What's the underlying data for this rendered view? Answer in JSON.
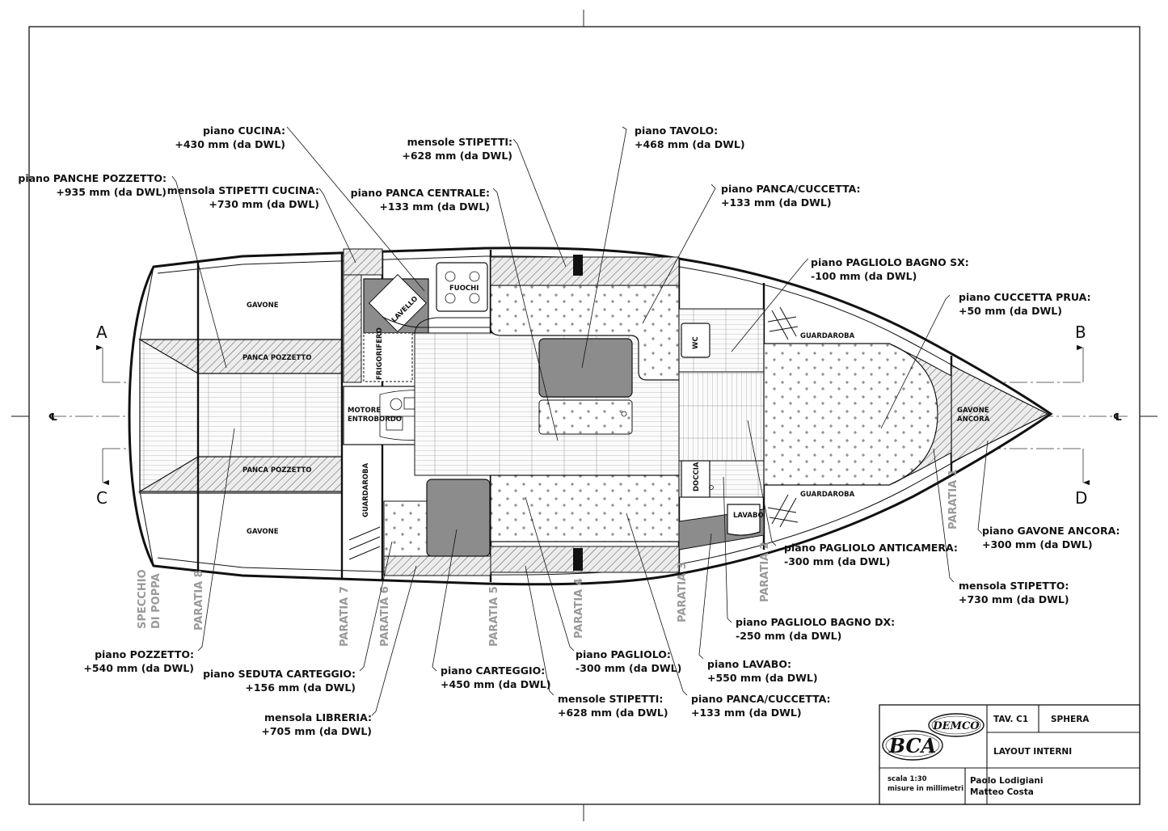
{
  "section_marks": {
    "a": "A",
    "b": "B",
    "c": "C",
    "d": "D",
    "cl": "℄"
  },
  "callouts": [
    {
      "id": "piano-cucina",
      "l1": "piano CUCINA:",
      "l2": "+430 mm (da DWL)"
    },
    {
      "id": "mensole-stipetti-top",
      "l1": "mensole STIPETTI:",
      "l2": "+628 mm (da DWL)"
    },
    {
      "id": "piano-tavolo",
      "l1": "piano TAVOLO:",
      "l2": "+468 mm (da DWL)"
    },
    {
      "id": "piano-panche-pozzetto",
      "l1": "piano PANCHE POZZETTO:",
      "l2": "+935 mm (da DWL)"
    },
    {
      "id": "mensola-stipetti-cucina",
      "l1": "mensola STIPETTI CUCINA:",
      "l2": "+730 mm (da DWL)"
    },
    {
      "id": "piano-panca-centrale",
      "l1": "piano PANCA CENTRALE:",
      "l2": "+133 mm (da DWL)"
    },
    {
      "id": "piano-panca-cuccetta-top",
      "l1": "piano PANCA/CUCCETTA:",
      "l2": "+133 mm (da DWL)"
    },
    {
      "id": "piano-pagliolo-bagno-sx",
      "l1": "piano PAGLIOLO BAGNO SX:",
      "l2": "-100 mm (da DWL)"
    },
    {
      "id": "piano-cuccetta-prua",
      "l1": "piano CUCCETTA PRUA:",
      "l2": "+50 mm (da DWL)"
    },
    {
      "id": "piano-gavone-ancora",
      "l1": "piano GAVONE ANCORA:",
      "l2": "+300 mm (da DWL)"
    },
    {
      "id": "piano-pagliolo-anticamera",
      "l1": "piano PAGLIOLO ANTICAMERA:",
      "l2": "-300 mm (da DWL)"
    },
    {
      "id": "mensola-stipetto",
      "l1": "mensola STIPETTO:",
      "l2": "+730 mm (da DWL)"
    },
    {
      "id": "piano-pagliolo-bagno-dx",
      "l1": "piano PAGLIOLO BAGNO DX:",
      "l2": "-250 mm (da DWL)"
    },
    {
      "id": "piano-pagliolo",
      "l1": "piano PAGLIOLO:",
      "l2": "-300 mm (da DWL)"
    },
    {
      "id": "piano-lavabo",
      "l1": "piano LAVABO:",
      "l2": "+550 mm (da DWL)"
    },
    {
      "id": "piano-pozzetto",
      "l1": "piano POZZETTO:",
      "l2": "+540 mm (da DWL)"
    },
    {
      "id": "piano-seduta-carteggio",
      "l1": "piano SEDUTA CARTEGGIO:",
      "l2": "+156 mm (da DWL)"
    },
    {
      "id": "piano-carteggio",
      "l1": "piano CARTEGGIO:",
      "l2": "+450 mm (da DWL)"
    },
    {
      "id": "mensole-stipetti-bottom",
      "l1": "mensole STIPETTI:",
      "l2": "+628 mm (da DWL)"
    },
    {
      "id": "piano-panca-cuccetta-bottom",
      "l1": "piano PANCA/CUCCETTA:",
      "l2": "+133 mm (da DWL)"
    },
    {
      "id": "mensola-libreria",
      "l1": "mensola LIBRERIA:",
      "l2": "+705 mm (da DWL)"
    }
  ],
  "zones": {
    "gavone_top": "GAVONE",
    "gavone_bottom": "GAVONE",
    "panca_pozzetto_top": "PANCA POZZETTO",
    "panca_pozzetto_bottom": "PANCA POZZETTO",
    "lavello": "LAVELLO",
    "fuochi": "FUOCHI",
    "frigorifero": "FRIGORIFERO",
    "motore_l1": "MOTORE",
    "motore_l2": "ENTROBORDO",
    "guardaroba_port": "GUARDAROBA",
    "wc": "WC",
    "doccia": "DOCCIA",
    "lavabo": "LAVABO",
    "guardaroba_top": "GUARDAROBA",
    "guardaroba_bottom": "GUARDAROBA",
    "gavone_ancora_l1": "GAVONE",
    "gavone_ancora_l2": "ANCORA"
  },
  "frames": {
    "specchio_l1": "SPECCHIO",
    "specchio_l2": "DI POPPA",
    "paratia_8": "PARATIA 8",
    "paratia_7": "PARATIA 7",
    "paratia_6": "PARATIA 6",
    "paratia_5": "PARATIA 5",
    "paratia_4": "PARATIA 4",
    "paratia_3": "PARATIA 3",
    "paratia_2": "PARATIA 2",
    "paratia_1": "PARATIA 1"
  },
  "title_block": {
    "logo_a": "DEMCO",
    "logo_b": "BCA",
    "sheet": "TAV. C1",
    "project": "SPHERA",
    "subject": "LAYOUT INTERNI",
    "scale_l1": "scala 1:30",
    "scale_l2": "misure in millimetri",
    "author_1": "Paolo Lodigiani",
    "author_2": "Matteo Costa"
  }
}
